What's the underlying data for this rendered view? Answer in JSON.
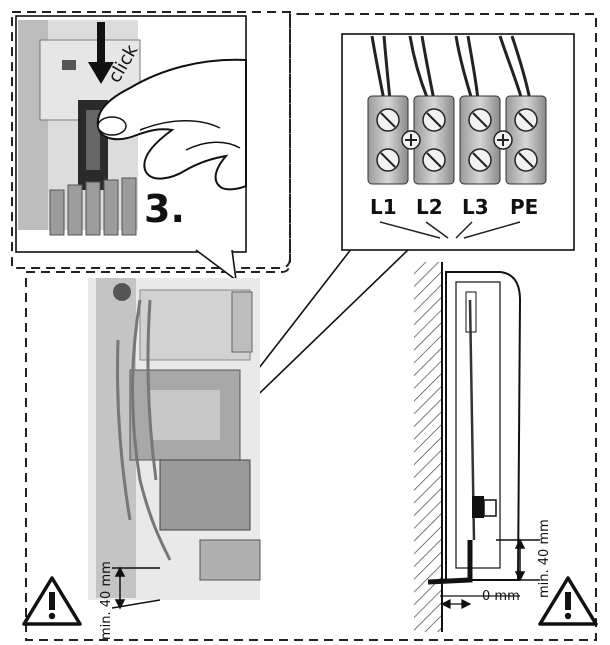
{
  "step": {
    "number": "3.",
    "action": "click"
  },
  "terminals": [
    "L1",
    "L2",
    "L3",
    "PE"
  ],
  "dimensions": {
    "min_clearance": "min. 40 mm",
    "gap": "0 mm"
  },
  "icons": {
    "warning": "warning-triangle-icon",
    "arrow": "arrow-down-icon"
  }
}
